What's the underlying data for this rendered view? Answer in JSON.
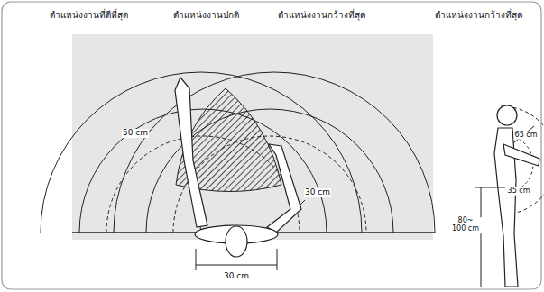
{
  "diagram": {
    "labels": [
      "ตำแหน่งงานที่ดีที่สุด",
      "ตำแหน่งงานปกติ",
      "ตำแหน่งงานกว้างที่สุด",
      "ตำแหน่งงานกว้างที่สุด",
      "50 cm",
      "30 cm",
      "30 cm",
      "65 cm",
      "35 cm",
      "80~ 100 cm"
    ]
  }
}
